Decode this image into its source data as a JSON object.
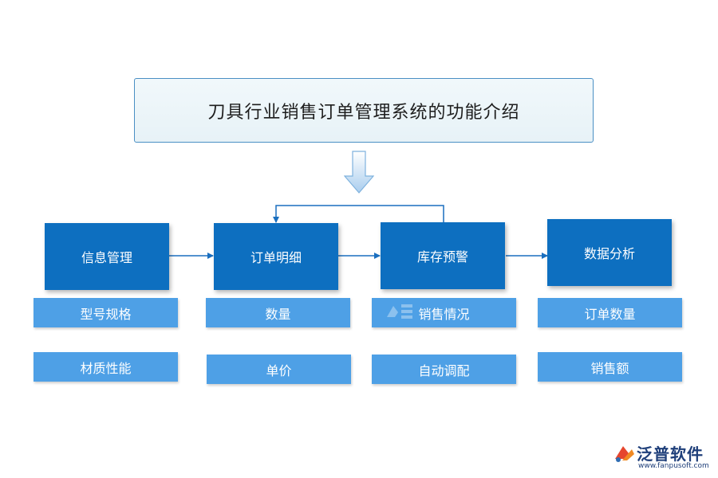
{
  "title": "刀具行业销售订单管理系统的功能介绍",
  "modules": [
    {
      "label": "信息管理",
      "features": [
        "型号规格",
        "材质性能"
      ]
    },
    {
      "label": "订单明细",
      "features": [
        "数量",
        "单价"
      ]
    },
    {
      "label": "库存预警",
      "features": [
        "销售情况",
        "自动调配"
      ]
    },
    {
      "label": "数据分析",
      "features": [
        "订单数量",
        "销售额"
      ]
    }
  ],
  "watermark": {
    "brand": "泛普软件",
    "url": "www.fanpusoft.com"
  },
  "colors": {
    "module": "#0d6fc0",
    "feature": "#4ea0e6",
    "title_border": "#4a8fc4",
    "brand": "#1f3f7a"
  }
}
